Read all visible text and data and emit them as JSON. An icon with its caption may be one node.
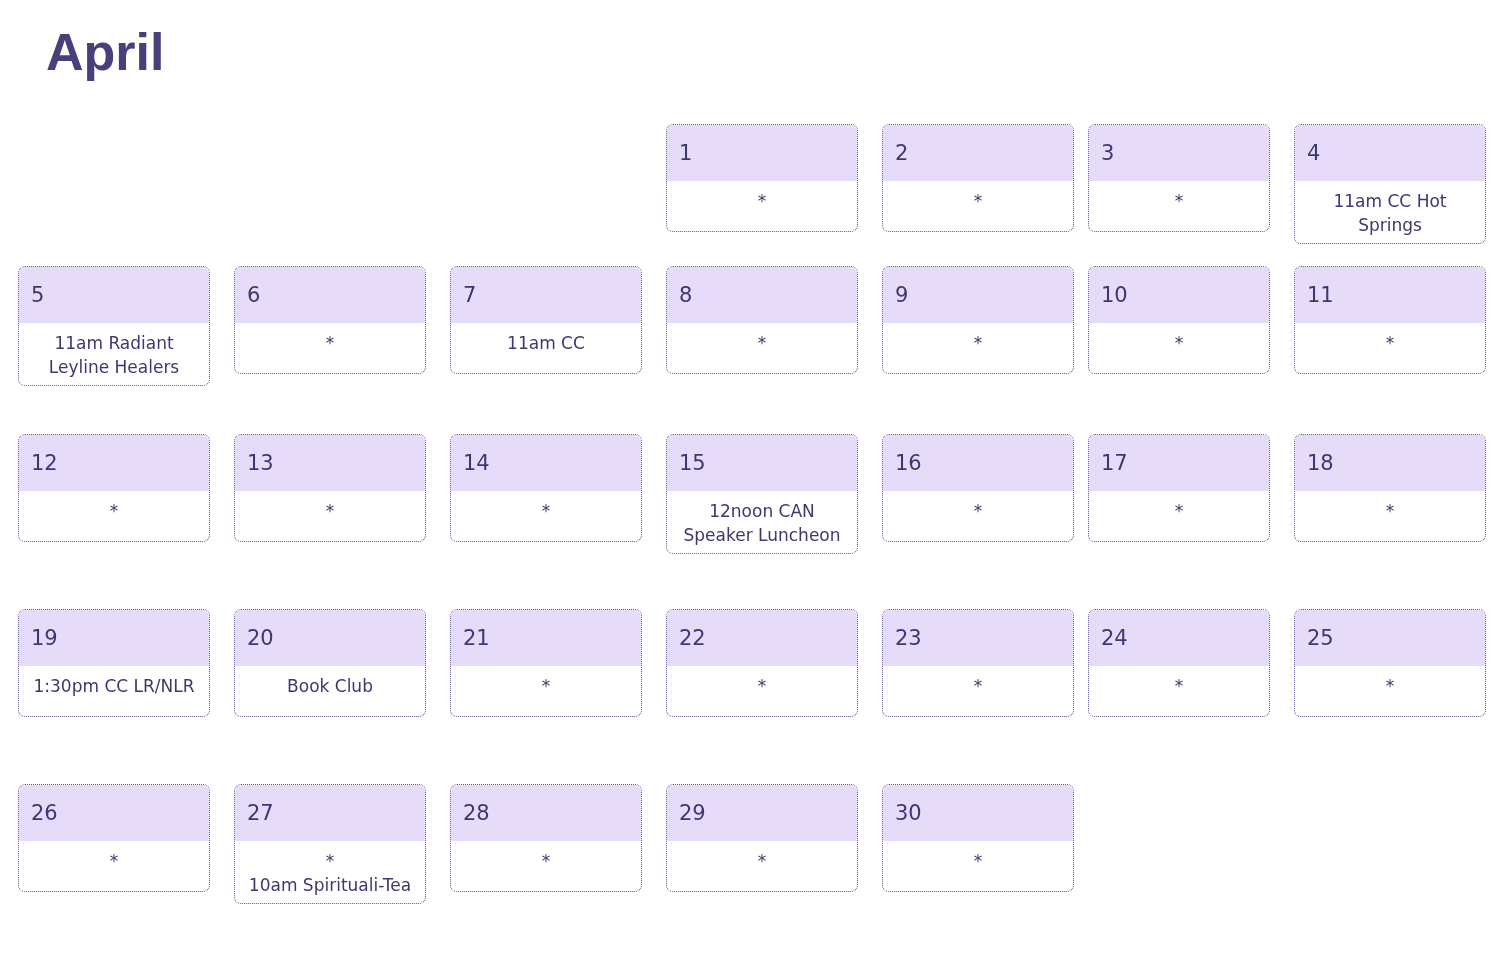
{
  "diagram": {
    "title": "April",
    "nodes": [
      {
        "text": [
          "1",
          "*"
        ]
      },
      {
        "text": [
          "2",
          "*"
        ]
      },
      {
        "text": [
          "3",
          "*"
        ]
      },
      {
        "text": [
          "4",
          "11am CC Hot Springs"
        ]
      },
      {
        "text": [
          "5",
          "11am Radiant Leyline Healers"
        ]
      },
      {
        "text": [
          "6",
          "*"
        ]
      },
      {
        "text": [
          "7",
          "11am CC"
        ]
      },
      {
        "text": [
          "8",
          "*"
        ]
      },
      {
        "text": [
          "9",
          "*"
        ]
      },
      {
        "text": [
          "10",
          "*"
        ]
      },
      {
        "text": [
          "11",
          "*"
        ]
      },
      {
        "text": [
          "12",
          "*"
        ]
      },
      {
        "text": [
          "13",
          "*"
        ]
      },
      {
        "text": [
          "14",
          "*"
        ]
      },
      {
        "text": [
          "15",
          "12noon CAN Speaker Luncheon"
        ]
      },
      {
        "text": [
          "16",
          "*"
        ]
      },
      {
        "text": [
          "17",
          "*"
        ]
      },
      {
        "text": [
          "18",
          "*"
        ]
      },
      {
        "text": [
          "19",
          "1:30pm CC LR/NLR"
        ]
      },
      {
        "text": [
          "20",
          "Book Club"
        ]
      },
      {
        "text": [
          "21",
          "*"
        ]
      },
      {
        "text": [
          "22",
          "*"
        ]
      },
      {
        "text": [
          "23",
          "*"
        ]
      },
      {
        "text": [
          "24",
          "*"
        ]
      },
      {
        "text": [
          "25",
          "*"
        ]
      },
      {
        "text": [
          "26",
          "*"
        ]
      },
      {
        "text": [
          "27",
          "*",
          "10am Spirituali-Tea"
        ]
      },
      {
        "text": [
          "28",
          "*"
        ]
      },
      {
        "text": [
          "29",
          "*"
        ]
      },
      {
        "text": [
          "30",
          "*"
        ]
      }
    ]
  }
}
